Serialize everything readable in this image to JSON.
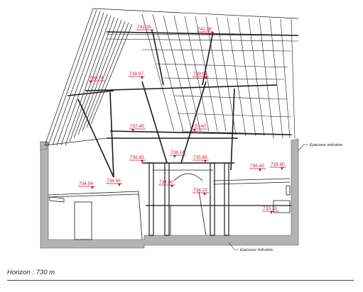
{
  "elevations": [
    {
      "id": "e1",
      "label": "742.35"
    },
    {
      "id": "e2",
      "label": "742.28"
    },
    {
      "id": "e3",
      "label": "739.78"
    },
    {
      "id": "e4",
      "label": "739.97"
    },
    {
      "id": "e5",
      "label": "739.95"
    },
    {
      "id": "e6",
      "label": "737.40"
    },
    {
      "id": "e7",
      "label": "737.40"
    },
    {
      "id": "e8",
      "label": "735.85"
    },
    {
      "id": "e9",
      "label": "736.14"
    },
    {
      "id": "e10",
      "label": "735.85"
    },
    {
      "id": "e11",
      "label": "735.43"
    },
    {
      "id": "e12",
      "label": "735.90"
    },
    {
      "id": "e13",
      "label": "734.54"
    },
    {
      "id": "e14",
      "label": "734.65"
    },
    {
      "id": "e15",
      "label": "734.60"
    },
    {
      "id": "e16",
      "label": "734.23"
    },
    {
      "id": "e17",
      "label": "733.33"
    }
  ],
  "notes": {
    "wall_right": "Épaisseur indicative",
    "floor_bottom": "Épaisseur indicative"
  },
  "footer": {
    "horizon": "Horizon : 730 m"
  },
  "colors": {
    "elevation": "#c8102e",
    "wall": "#b3b3b3",
    "line": "#1a1a1a"
  }
}
